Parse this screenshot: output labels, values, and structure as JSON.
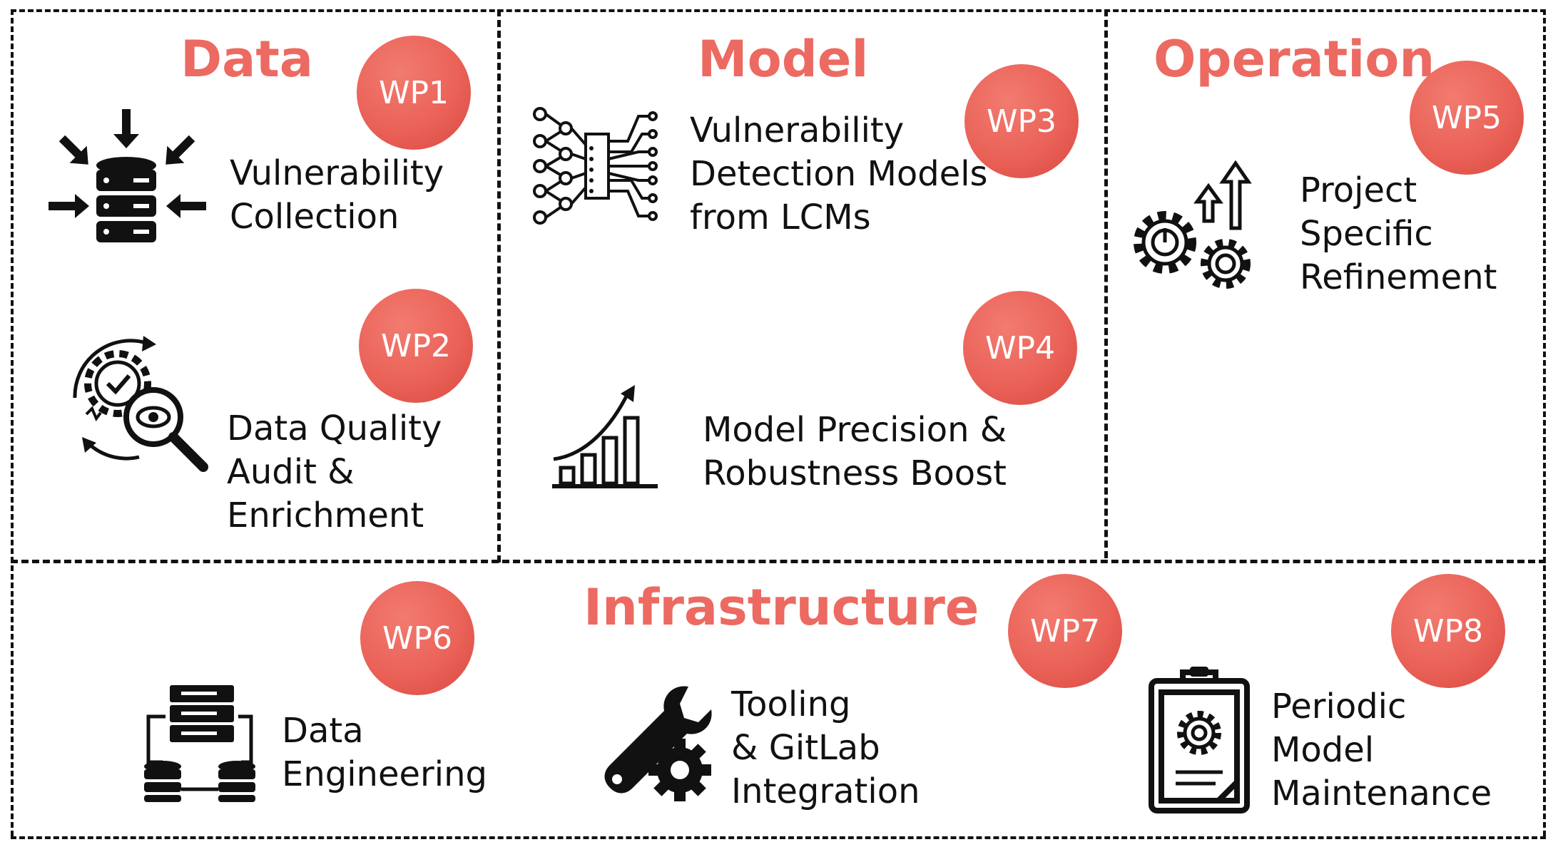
{
  "sections": {
    "data": {
      "heading": "Data"
    },
    "model": {
      "heading": "Model"
    },
    "operation": {
      "heading": "Operation"
    },
    "infrastructure": {
      "heading": "Infrastructure"
    }
  },
  "work_packages": [
    {
      "id": "WP1",
      "lines": [
        "Vulnerability",
        "Collection"
      ],
      "icon": "database-collection-icon"
    },
    {
      "id": "WP2",
      "lines": [
        "Data Quality",
        "Audit &",
        "Enrichment"
      ],
      "icon": "quality-audit-icon"
    },
    {
      "id": "WP3",
      "lines": [
        "Vulnerability",
        "Detection Models",
        "from LCMs"
      ],
      "icon": "neural-circuit-icon"
    },
    {
      "id": "WP4",
      "lines": [
        "Model Precision &",
        "Robustness Boost"
      ],
      "icon": "growth-chart-icon"
    },
    {
      "id": "WP5",
      "lines": [
        "Project",
        "Specific",
        "Refinement"
      ],
      "icon": "gears-arrows-icon"
    },
    {
      "id": "WP6",
      "lines": [
        "Data",
        "Engineering"
      ],
      "icon": "server-database-icon"
    },
    {
      "id": "WP7",
      "lines": [
        "Tooling",
        "& GitLab",
        "Integration"
      ],
      "icon": "wrench-gear-icon"
    },
    {
      "id": "WP8",
      "lines": [
        "Periodic",
        "Model",
        "Maintenance"
      ],
      "icon": "clipboard-gear-icon"
    }
  ],
  "colors": {
    "accent": "#ec6a61",
    "badge": "#ea6258",
    "border": "#111111"
  }
}
